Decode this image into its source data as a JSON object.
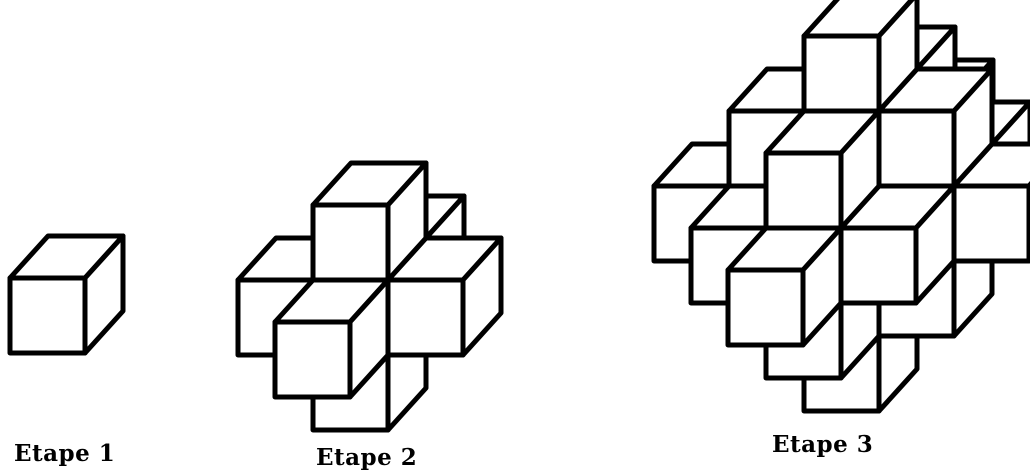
{
  "stages": [
    {
      "label": "Etape 1"
    },
    {
      "label": "Etape 2"
    },
    {
      "label": "Etape 3"
    }
  ],
  "colors": {
    "stroke": "#000000",
    "fill": "#ffffff"
  }
}
